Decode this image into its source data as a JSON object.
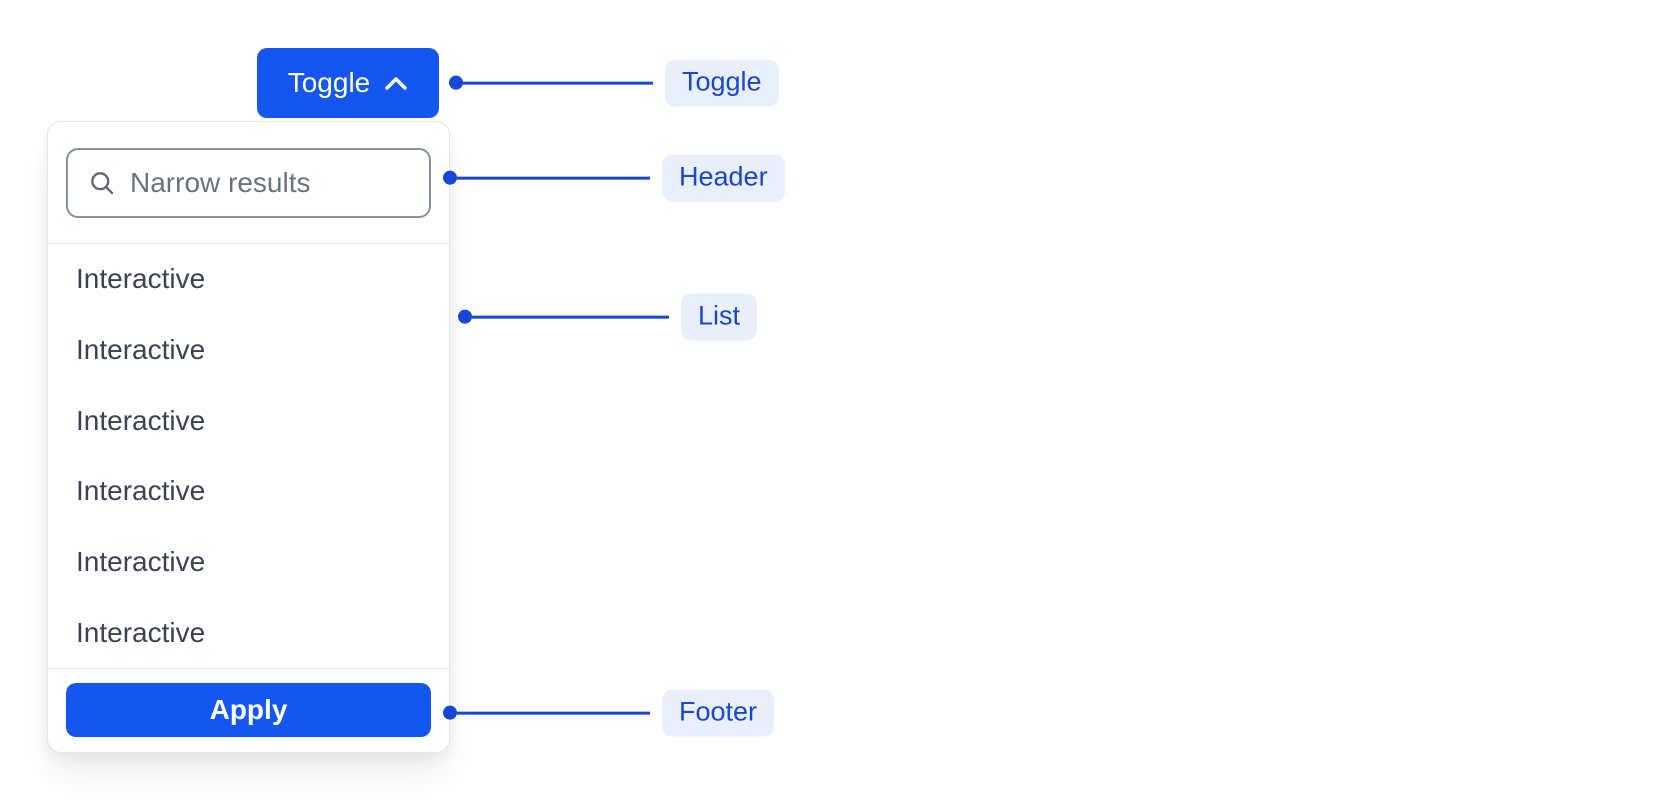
{
  "toggle_button": {
    "label": "Toggle",
    "icon": "chevron-up-icon"
  },
  "dropdown": {
    "header": {
      "search_icon": "search-icon",
      "search_placeholder": "Narrow results",
      "search_value": ""
    },
    "list": {
      "items": [
        "Interactive",
        "Interactive",
        "Interactive",
        "Interactive",
        "Interactive",
        "Interactive"
      ]
    },
    "footer": {
      "apply_label": "Apply"
    }
  },
  "annotations": [
    {
      "label": "Toggle"
    },
    {
      "label": "Header"
    },
    {
      "label": "List"
    },
    {
      "label": "Footer"
    }
  ],
  "colors": {
    "primary_blue": "#1557EE",
    "annotation_blue": "#1746D8",
    "annotation_label_bg": "#E9F0FC",
    "list_text": "#3B4251",
    "placeholder_text": "#6A7282",
    "input_border": "#878E9C",
    "panel_border": "#E4E6EA",
    "divider": "#E7E9EC"
  }
}
